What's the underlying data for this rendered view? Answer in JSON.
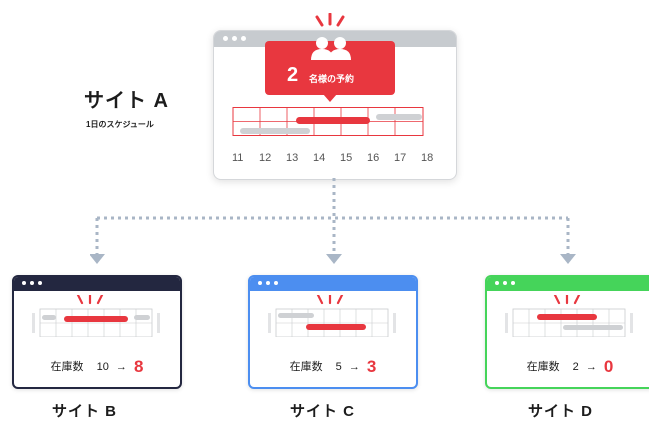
{
  "site_a": {
    "label": "サイト A",
    "subtitle": "1日のスケジュール",
    "callout_count": "2",
    "callout_text": "名様の予約",
    "hours": [
      "11",
      "12",
      "13",
      "14",
      "15",
      "16",
      "17",
      "18"
    ]
  },
  "sites": [
    {
      "id": "b",
      "label": "サイト B",
      "stock_label": "在庫数",
      "stock_from": "10",
      "arrow": "→",
      "stock_to": "8"
    },
    {
      "id": "c",
      "label": "サイト C",
      "stock_label": "在庫数",
      "stock_from": "5",
      "arrow": "→",
      "stock_to": "3"
    },
    {
      "id": "d",
      "label": "サイト D",
      "stock_label": "在庫数",
      "stock_from": "2",
      "arrow": "→",
      "stock_to": "0"
    }
  ],
  "colors": {
    "accent_red": "#e8373f",
    "site_b": "#232740",
    "site_c": "#4c8ef0",
    "site_d": "#45d45a",
    "grey_bar": "#cfd1d4"
  },
  "icons": [
    "people-icon",
    "alert-sparks-icon",
    "arrow-down-icon"
  ]
}
